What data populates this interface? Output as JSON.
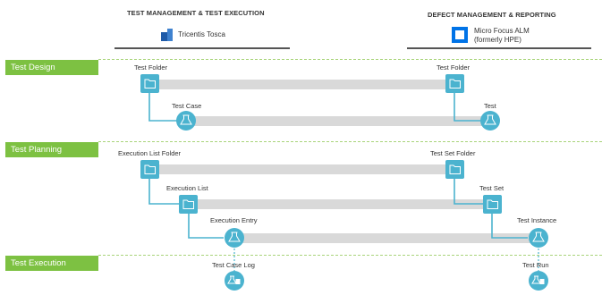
{
  "left_column": {
    "heading": "TEST MANAGEMENT & TEST EXECUTION",
    "tool_name": "Tricentis Tosca",
    "tool_logo_icon": "tricentis-tosca-logo"
  },
  "right_column": {
    "heading": "DEFECT MANAGEMENT & REPORTING",
    "tool_name_line1": "Micro Focus ALM",
    "tool_name_line2": "(formerly HPE)",
    "tool_logo_icon": "micro-focus-alm-logo"
  },
  "phases": {
    "design": "Test Design",
    "planning": "Test Planning",
    "execution": "Test Execution"
  },
  "nodes": {
    "tosca_test_folder": "Test Folder",
    "tosca_test_case": "Test Case",
    "tosca_execution_list_folder": "Execution List Folder",
    "tosca_execution_list": "Execution List",
    "tosca_execution_entry": "Execution Entry",
    "tosca_test_case_log": "Test Case Log",
    "alm_test_folder": "Test Folder",
    "alm_test": "Test",
    "alm_test_set_folder": "Test Set Folder",
    "alm_test_set": "Test Set",
    "alm_test_instance": "Test Instance",
    "alm_test_run": "Test Run"
  },
  "colors": {
    "accent_blue": "#4bb3cf",
    "phase_green": "#7dc142",
    "link_bar_gray": "#d9d9d9",
    "tosca_logo_blue": "#1f5ba8"
  }
}
